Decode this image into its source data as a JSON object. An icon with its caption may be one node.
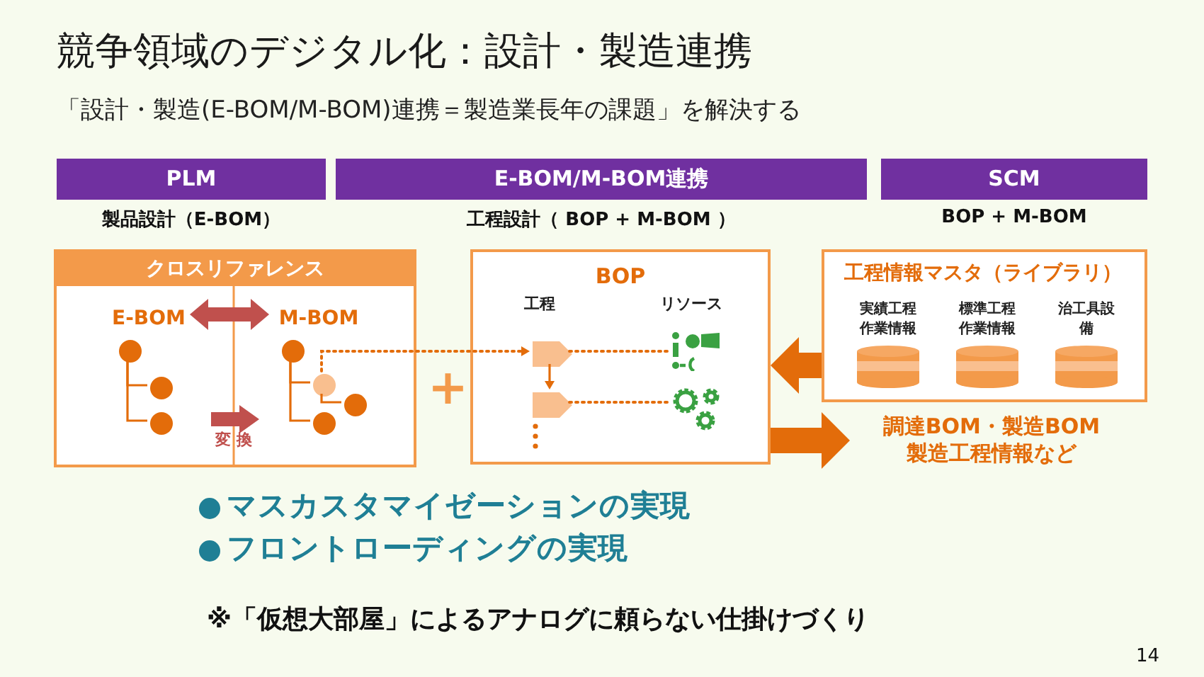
{
  "diagram": {
    "title": "競争領域のデジタル化：設計・製造連携",
    "nodes": [
      {
        "text": [
          "PLM"
        ],
        "beside": [
          "製品設計（E-BOM）"
        ]
      },
      {
        "text": [
          "E-BOM/M-BOM連携"
        ],
        "beside": [
          "工程設計（ BOP + M-BOM ）"
        ]
      },
      {
        "text": [
          "SCM"
        ],
        "beside": [
          "BOP + M-BOM"
        ]
      },
      {
        "text": [
          "クロスリファレンス"
        ]
      },
      {
        "text": [
          "E-BOM"
        ],
        "in": 3
      },
      {
        "text": [
          "M-BOM"
        ],
        "in": 3
      },
      {
        "text": [],
        "shape": "circle",
        "in": 3
      },
      {
        "text": [],
        "shape": "circle",
        "in": 3
      },
      {
        "text": [],
        "shape": "circle",
        "in": 3
      },
      {
        "text": [],
        "shape": "circle",
        "in": 3
      },
      {
        "text": [],
        "shape": "circle",
        "in": 3
      },
      {
        "text": [],
        "shape": "circle",
        "in": 3
      },
      {
        "text": [],
        "shape": "circle",
        "in": 3
      },
      {
        "text": [
          "BOP"
        ]
      },
      {
        "text": [],
        "shape": "pentagon",
        "in": 13
      },
      {
        "text": [],
        "shape": "pentagon",
        "in": 13
      },
      {
        "text": [],
        "shape": "picture",
        "in": 13
      },
      {
        "text": [],
        "shape": "picture",
        "in": 13
      },
      {
        "text": [
          "工程情報マスタ（ライブラリ）"
        ]
      },
      {
        "text": [
          "実績工程作業情報"
        ],
        "in": 18
      },
      {
        "text": [
          "標準工程作業情報"
        ],
        "in": 18
      },
      {
        "text": [
          "治工具設備"
        ],
        "in": 18
      },
      {
        "text": [
          "調達BOM・製造BOM製造工程情報など"
        ]
      }
    ],
    "edges": [
      {
        "from": 4,
        "to": 5,
        "arrow": "both",
        "style": "thick",
        "color": "#c0504d"
      },
      {
        "from": 6,
        "to": 7,
        "arrow": "none"
      },
      {
        "from": 6,
        "to": 8,
        "arrow": "none"
      },
      {
        "from": 9,
        "to": 10,
        "arrow": "none"
      },
      {
        "from": 9,
        "to": 12,
        "arrow": "none"
      },
      {
        "from": 10,
        "to": 11,
        "arrow": "none"
      },
      {
        "from": 10,
        "to": 14,
        "arrow": "to",
        "style": "dashed"
      },
      {
        "from": 14,
        "to": 15,
        "arrow": "to"
      },
      {
        "from": 14,
        "to": 16,
        "arrow": "none",
        "style": "dashed"
      },
      {
        "from": 15,
        "to": 17,
        "arrow": "none",
        "style": "dashed"
      },
      {
        "from": 18,
        "to": 13,
        "arrow": "to",
        "style": "thick"
      },
      {
        "from": 13,
        "to": 22,
        "arrow": "to",
        "style": "thick"
      }
    ],
    "labels": [
      "「設計・製造(E-BOM/M-BOM)連携＝製造業長年の課題」を解決する",
      "工程",
      "リソース",
      "変換",
      "+",
      "マスカスタマイゼーションの実現",
      "フロントローディングの実現",
      "※「仮想大部屋」によるアナログに頼らない仕掛けづくり",
      "14"
    ]
  }
}
